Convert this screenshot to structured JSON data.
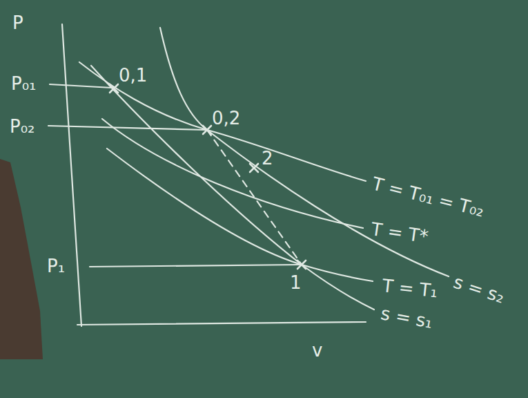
{
  "diagram": {
    "labels": [
      "P",
      "P₀₁",
      "P₀₂",
      "P₁",
      "0,1",
      "0,2",
      "2",
      "1",
      "T = T₀₁ = T₀₂",
      "T = T*",
      "T = T₁",
      "s = s₂",
      "s = s₁",
      "v"
    ]
  }
}
